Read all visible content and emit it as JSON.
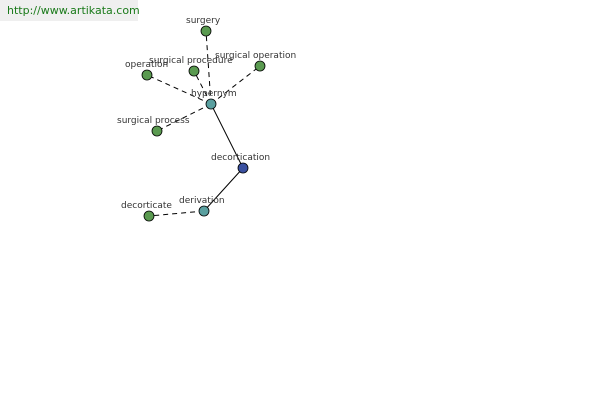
{
  "header": {
    "url": "http://www.artikata.com"
  },
  "colors": {
    "leaf_node": "#5a9a50",
    "relation_node": "#5aa0a0",
    "root_node": "#3a50a0",
    "banner_text": "#1a7a1a",
    "banner_bg": "#efefef"
  },
  "nodes": [
    {
      "id": "surgery",
      "label": "surgery",
      "kind": "leaf"
    },
    {
      "id": "surgical-procedure",
      "label": "surgical procedure",
      "kind": "leaf"
    },
    {
      "id": "surgical-operation",
      "label": "surgical operation",
      "kind": "leaf"
    },
    {
      "id": "operation",
      "label": "operation",
      "kind": "leaf"
    },
    {
      "id": "hypernym",
      "label": "hypernym",
      "kind": "relation"
    },
    {
      "id": "surgical-process",
      "label": "surgical process",
      "kind": "leaf"
    },
    {
      "id": "decortication",
      "label": "decortication",
      "kind": "root"
    },
    {
      "id": "derivation",
      "label": "derivation",
      "kind": "relation"
    },
    {
      "id": "decorticate",
      "label": "decorticate",
      "kind": "leaf"
    }
  ],
  "edges": [
    {
      "from": "hypernym",
      "to": "surgery",
      "style": "dashed"
    },
    {
      "from": "hypernym",
      "to": "surgical-procedure",
      "style": "dashed"
    },
    {
      "from": "hypernym",
      "to": "surgical-operation",
      "style": "dashed"
    },
    {
      "from": "hypernym",
      "to": "operation",
      "style": "dashed"
    },
    {
      "from": "hypernym",
      "to": "surgical-process",
      "style": "dashed"
    },
    {
      "from": "decortication",
      "to": "hypernym",
      "style": "solid"
    },
    {
      "from": "decortication",
      "to": "derivation",
      "style": "solid"
    },
    {
      "from": "derivation",
      "to": "decorticate",
      "style": "dashed"
    }
  ]
}
